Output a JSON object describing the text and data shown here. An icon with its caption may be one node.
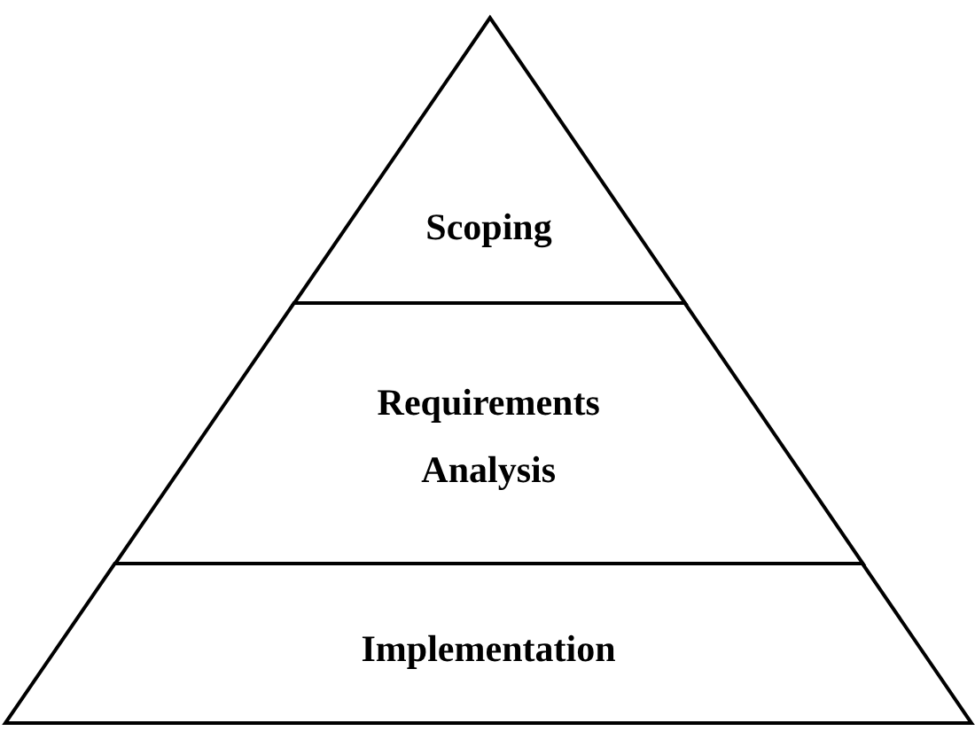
{
  "diagram": {
    "nodes": [
      {
        "text": [
          "Scoping"
        ]
      },
      {
        "text": [
          "Requirements Analysis"
        ]
      },
      {
        "text": [
          "Implementation"
        ]
      }
    ]
  }
}
